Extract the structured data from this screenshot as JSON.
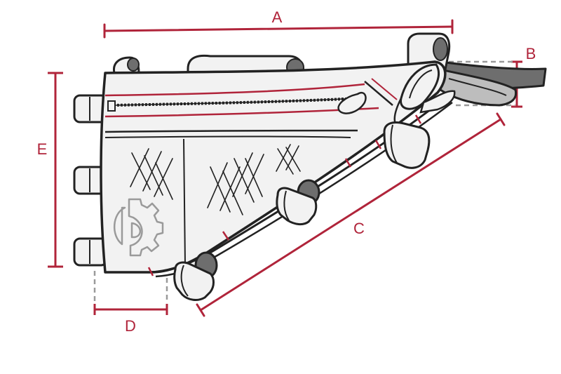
{
  "diagram": {
    "dimension_labels": {
      "a": "A",
      "b": "B",
      "c": "C",
      "d": "D",
      "e": "E"
    },
    "colors": {
      "dimension": "#b0243a",
      "outline": "#222222",
      "bag_fill": "#f2f2f2",
      "strap_fill": "#bdbdbd",
      "strap_dark": "#6e6e6e",
      "stitch_red": "#b0243a",
      "logo_grey": "#9a9a9a",
      "guide_grey": "#9a9a9a"
    },
    "icons": [
      "gear-logo-icon",
      "zipper-pull-icon"
    ]
  }
}
